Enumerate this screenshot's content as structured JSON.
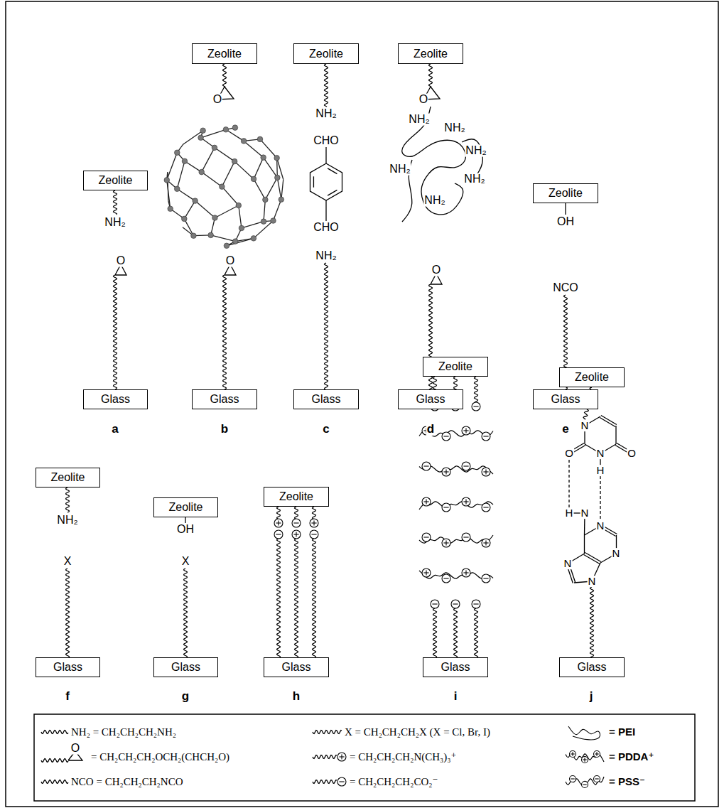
{
  "diagram": {
    "nodes": [
      {
        "text": [
          "Zeolite"
        ]
      },
      {
        "text": [
          "Glass"
        ]
      },
      {
        "text": [
          "Zeolite"
        ]
      },
      {
        "text": [
          "Glass"
        ]
      },
      {
        "text": [
          "Zeolite"
        ]
      },
      {
        "text": [
          "Glass"
        ]
      },
      {
        "text": [
          "Zeolite"
        ]
      },
      {
        "text": [
          "Glass"
        ]
      },
      {
        "text": [
          "Zeolite"
        ]
      },
      {
        "text": [
          "Glass"
        ]
      },
      {
        "text": [
          "Zeolite"
        ]
      },
      {
        "text": [
          "Glass"
        ]
      },
      {
        "text": [
          "Zeolite"
        ]
      },
      {
        "text": [
          "Glass"
        ]
      },
      {
        "text": [
          "Zeolite"
        ]
      },
      {
        "text": [
          "Glass"
        ]
      },
      {
        "text": [
          "Zeolite"
        ]
      },
      {
        "text": [
          "Glass"
        ]
      },
      {
        "text": [
          "Zeolite"
        ]
      },
      {
        "text": [
          "Glass"
        ]
      }
    ],
    "labels": [
      "NH₂",
      "O",
      "a",
      "O",
      "O",
      "b",
      "NH₂",
      "CHO",
      "CHO",
      "NH₂",
      "c",
      "O",
      "NH₂",
      "NH₂",
      "NH₂",
      "NH₂",
      "NH₂",
      "NH₂",
      "O",
      "d",
      "OH",
      "NCO",
      "e",
      "NH₂",
      "X",
      "f",
      "OH",
      "X",
      "g",
      "h",
      "i",
      "N",
      "O",
      "N",
      "H",
      "O",
      "H",
      "N",
      "N",
      "N",
      "N",
      "N",
      "j",
      "O"
    ],
    "legend": [
      {
        "text": "NH₂ = CH₂CH₂CH₂NH₂"
      },
      {
        "text": "X = CH₂CH₂CH₂X (X = Cl, Br, I)"
      },
      {
        "text": "= PEI"
      },
      {
        "text": "= CH₂CH₂CH₂OCH₂(CHCH₂O)"
      },
      {
        "text": "= CH₂CH₂CH₂N(CH₃)₃⁺"
      },
      {
        "text": "= PDDA⁺"
      },
      {
        "text": "NCO = CH₂CH₂CH₂NCO"
      },
      {
        "text": "= CH₂CH₂CH₂CO₂⁻"
      },
      {
        "text": "= PSS⁻"
      }
    ]
  }
}
